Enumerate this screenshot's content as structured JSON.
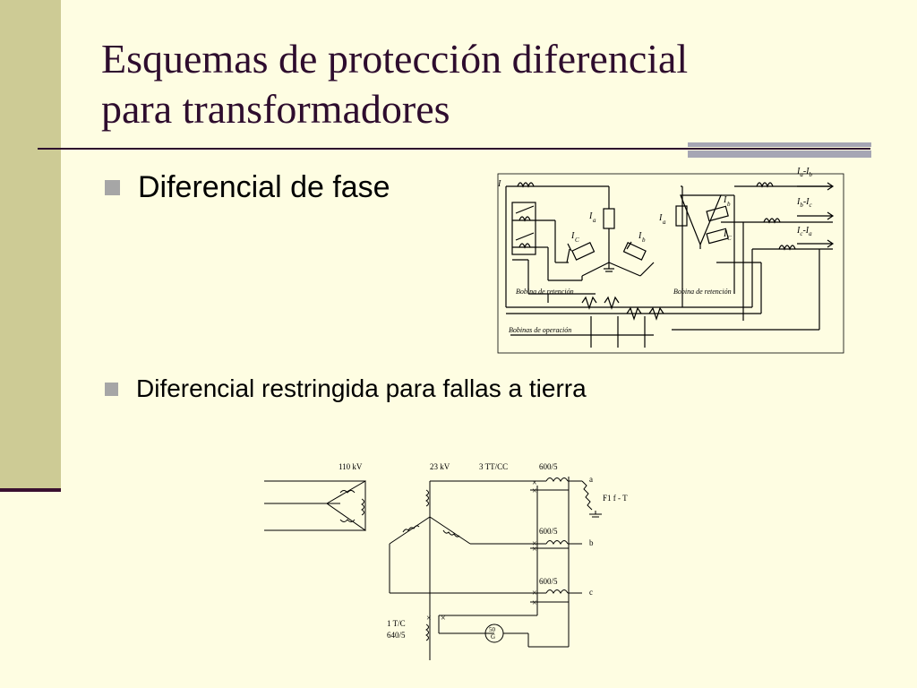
{
  "slide": {
    "title_line1": "Esquemas de protección diferencial",
    "title_line2": "para transformadores"
  },
  "bullets": [
    {
      "text": "Diferencial de fase"
    },
    {
      "text": "Diferencial restringida para fallas a tierra"
    }
  ],
  "diagram_phase": {
    "label_i": "I",
    "label_ia": "I",
    "label_ia_sub": "a",
    "label_ic": "I",
    "label_ic_sub": "C",
    "label_ib": "I",
    "label_ib_sub": "b",
    "label_ia_right": "I",
    "label_ia_right_sub": "a",
    "label_ib_right": "I",
    "label_ib_right_sub": "b",
    "label_ic_right": "I",
    "label_ic_right_sub": "C",
    "out_ab": "I",
    "out_ab_sub1": "a",
    "out_ab_mid": "-I",
    "out_ab_sub2": "b",
    "out_bc": "I",
    "out_bc_sub1": "b",
    "out_bc_mid": "-I",
    "out_bc_sub2": "c",
    "out_ca": "I",
    "out_ca_sub1": "c",
    "out_ca_mid": "-I",
    "out_ca_sub2": "a",
    "retention_left": "Bobina de retención",
    "retention_right": "Bobina de retención",
    "operation": "Bobinas de operación"
  },
  "diagram_ground": {
    "v_high": "110 kV",
    "v_low": "23 kV",
    "tt": "3  TT/CC",
    "ct_a": "600/5",
    "ct_b": "600/5",
    "ct_c": "600/5",
    "phase_a": "a",
    "phase_b": "b",
    "phase_c": "c",
    "fault": "F1 f  - T",
    "neutral_ct_line1": "1 T/C",
    "neutral_ct_line2": "640/5",
    "relay_line1": "50",
    "relay_line2": "G"
  }
}
